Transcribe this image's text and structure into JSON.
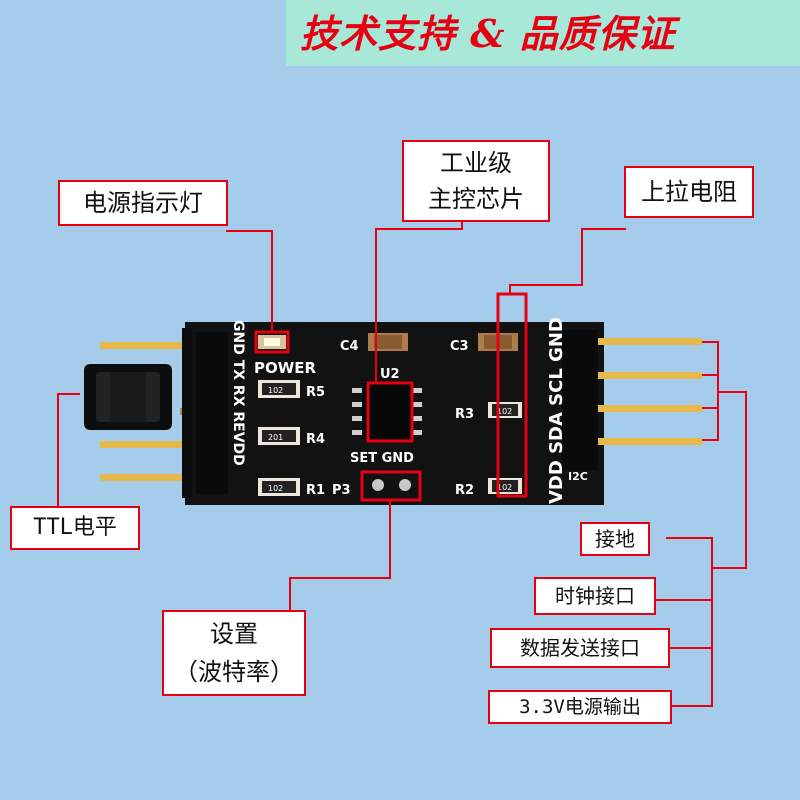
{
  "banner": {
    "text": "技术支持 & 品质保证"
  },
  "callouts": {
    "power_led": "电源指示灯",
    "main_chip_line1": "工业级",
    "main_chip_line2": "主控芯片",
    "pullup": "上拉电阻",
    "ttl_level": "TTL电平",
    "setting_line1": "设置",
    "setting_line2": "（波特率）",
    "ground": "接地",
    "clock": "时钟接口",
    "data_send": "数据发送接口",
    "power_out": "3.3V电源输出"
  },
  "board": {
    "left_header": "GND TX RX REVDD",
    "right_header": "VDD SDA SCL GND",
    "power": "POWER",
    "u2": "U2",
    "set_gnd": "SET GND",
    "p3": "P3",
    "i2c": "I2C",
    "c4": "C4",
    "c3": "C3",
    "r5": "R5",
    "r4": "R4",
    "r1": "R1",
    "r3": "R3",
    "r2": "R2",
    "resistor_code_1": "102",
    "resistor_code_2": "201",
    "resistor_code_3": "102",
    "resistor_code_4": "102",
    "resistor_code_5": "102"
  },
  "colors": {
    "accent": "#e60012",
    "background": "#a6cceb",
    "banner_bg": "#a8e8d8",
    "pcb": "#121212"
  }
}
